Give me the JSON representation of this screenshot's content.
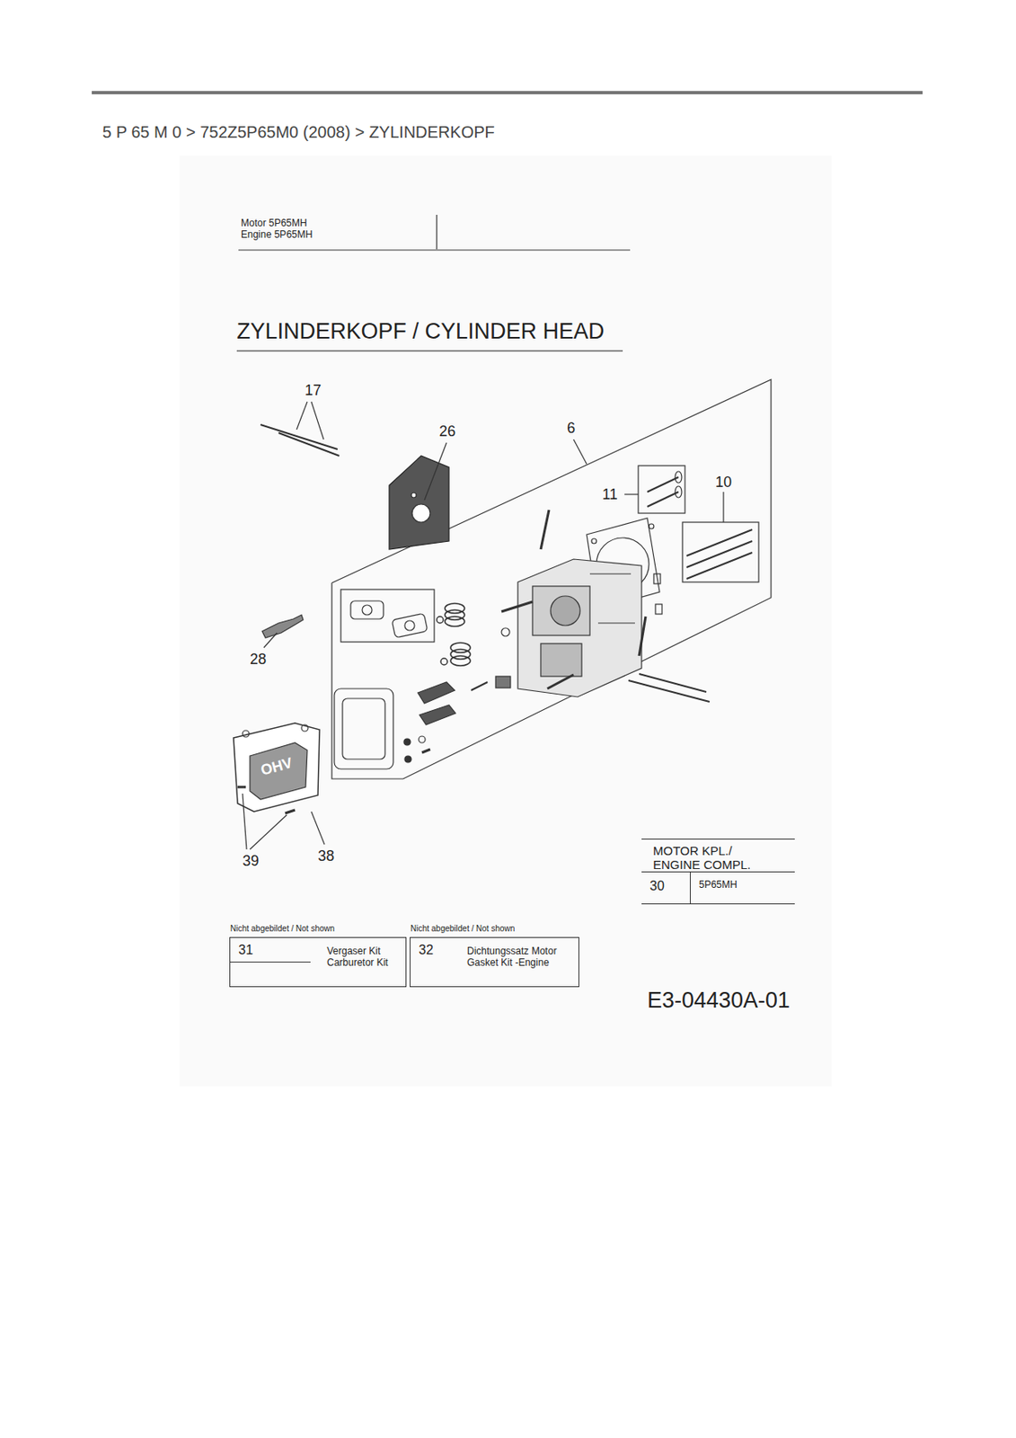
{
  "diagram": {
    "title": "ZYLINDERKOPF / CYLINDER HEAD",
    "nodes": [
      {
        "text": [
          "Nicht abgebildet / Not shown",
          "31",
          "Vergaser Kit Carburetor Kit"
        ]
      },
      {
        "text": [
          "Nicht abgebildet / Not shown",
          "32",
          "Dichtungssatz Motor Gasket Kit -Engine"
        ]
      },
      {
        "text": [
          "MOTOR KPL./ ENGINE COMPL.",
          "30",
          "5P65MH"
        ]
      }
    ],
    "labels": [
      "5 P 65 M 0  >  752Z5P65M0 (2008)  >  ZYLINDERKOPF",
      "Motor 5P65MH Engine 5P65MH",
      "17",
      "26",
      "6",
      "11",
      "10",
      "28",
      "39",
      "38",
      "OHV",
      "E3-04430A-01"
    ]
  }
}
